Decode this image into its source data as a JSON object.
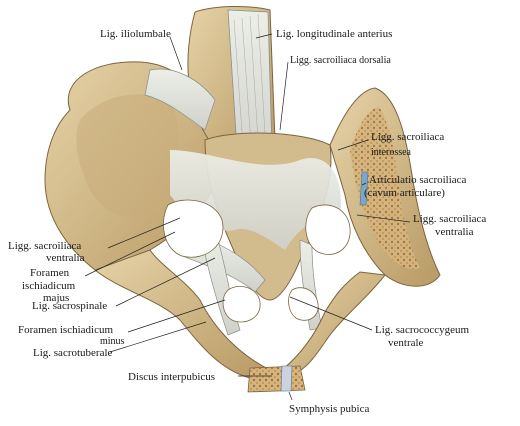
{
  "figure": {
    "labels": {
      "lig_iliolumbale": "Lig. iliolumbale",
      "lig_longitudinale_anterius": "Lig. longitudinale anterius",
      "ligg_sacroiliaca_dorsalia": "Ligg. sacroiliaca dorsalia",
      "ligg_sacroiliaca_interossea_1": "Ligg. sacroiliaca",
      "ligg_sacroiliaca_interossea_2": "interossea",
      "articulatio_1": "Articulatio sacroiliaca",
      "articulatio_2": "(cavum articulare)",
      "ligg_sacroiliaca_ventralia_right_1": "Ligg. sacroiliaca",
      "ligg_sacroiliaca_ventralia_right_2": "ventralia",
      "ligg_sacroiliaca_ventralia_left_1": "Ligg. sacroiliaca",
      "ligg_sacroiliaca_ventralia_left_2": "ventralia",
      "foramen_majus_1": "Foramen",
      "foramen_majus_2": "ischiadicum",
      "foramen_majus_3": "majus",
      "lig_sacrospinale": "Lig. sacrospinale",
      "foramen_minus_1": "Foramen ischiadicum",
      "foramen_minus_2": "minus",
      "lig_sacrococcygeum_1": "Lig. sacrococcygeum",
      "lig_sacrococcygeum_2": "ventrale",
      "lig_sacrotuberale": "Lig. sacrotuberale",
      "discus_interpubicus": "Discus interpubicus",
      "symphysis_pubica": "Symphysis pubica"
    },
    "colors": {
      "bone": "#d9c49a",
      "bone_dark": "#a88a58",
      "ligament": "#dfe0da",
      "ligament_line": "#9d9f98",
      "cancellous": "#c9a36a",
      "leader": "#222222"
    }
  }
}
